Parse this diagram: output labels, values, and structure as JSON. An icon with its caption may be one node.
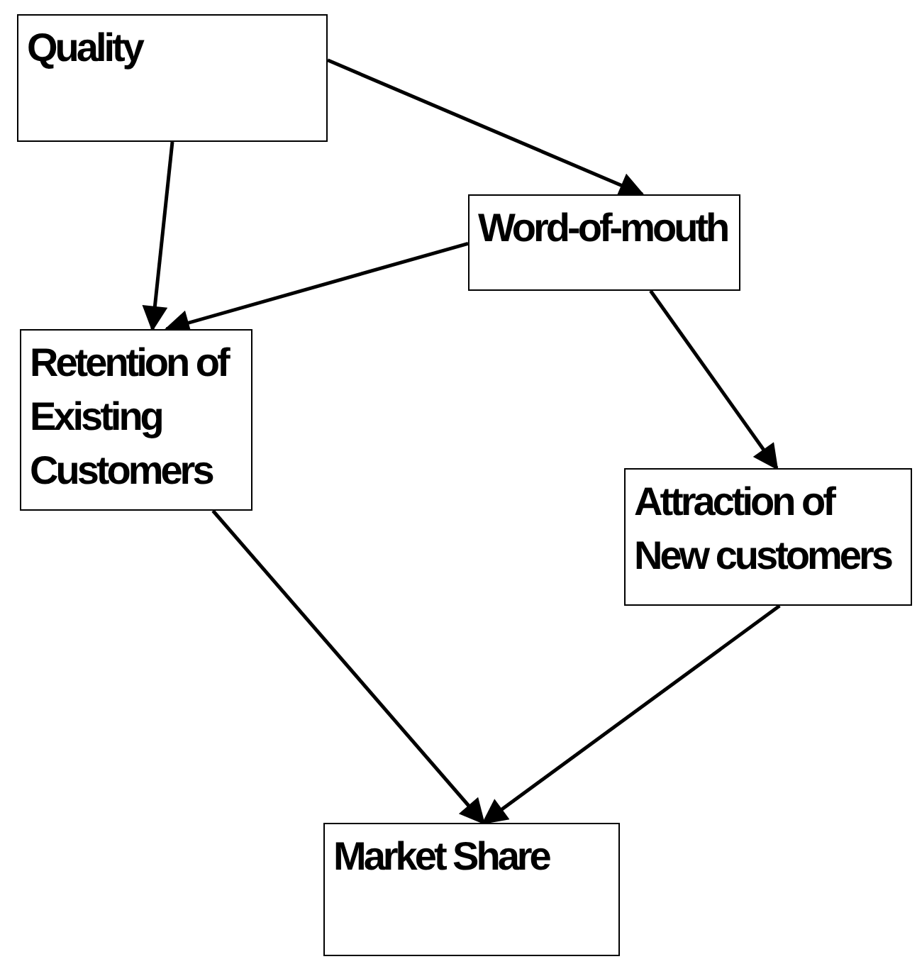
{
  "diagram": {
    "nodes": [
      {
        "text": [
          "Quality"
        ]
      },
      {
        "text": [
          "Word-of-mouth"
        ]
      },
      {
        "text": [
          "Retention of Existing Customers"
        ]
      },
      {
        "text": [
          "Attraction of New customers"
        ]
      },
      {
        "text": [
          "Market Share"
        ]
      }
    ],
    "edges": [
      {
        "from": 0,
        "to": 2,
        "arrow": "to"
      },
      {
        "from": 0,
        "to": 1,
        "arrow": "to"
      },
      {
        "from": 1,
        "to": 2,
        "arrow": "to"
      },
      {
        "from": 1,
        "to": 3,
        "arrow": "to"
      },
      {
        "from": 2,
        "to": 4,
        "arrow": "to"
      },
      {
        "from": 3,
        "to": 4,
        "arrow": "to"
      }
    ]
  }
}
